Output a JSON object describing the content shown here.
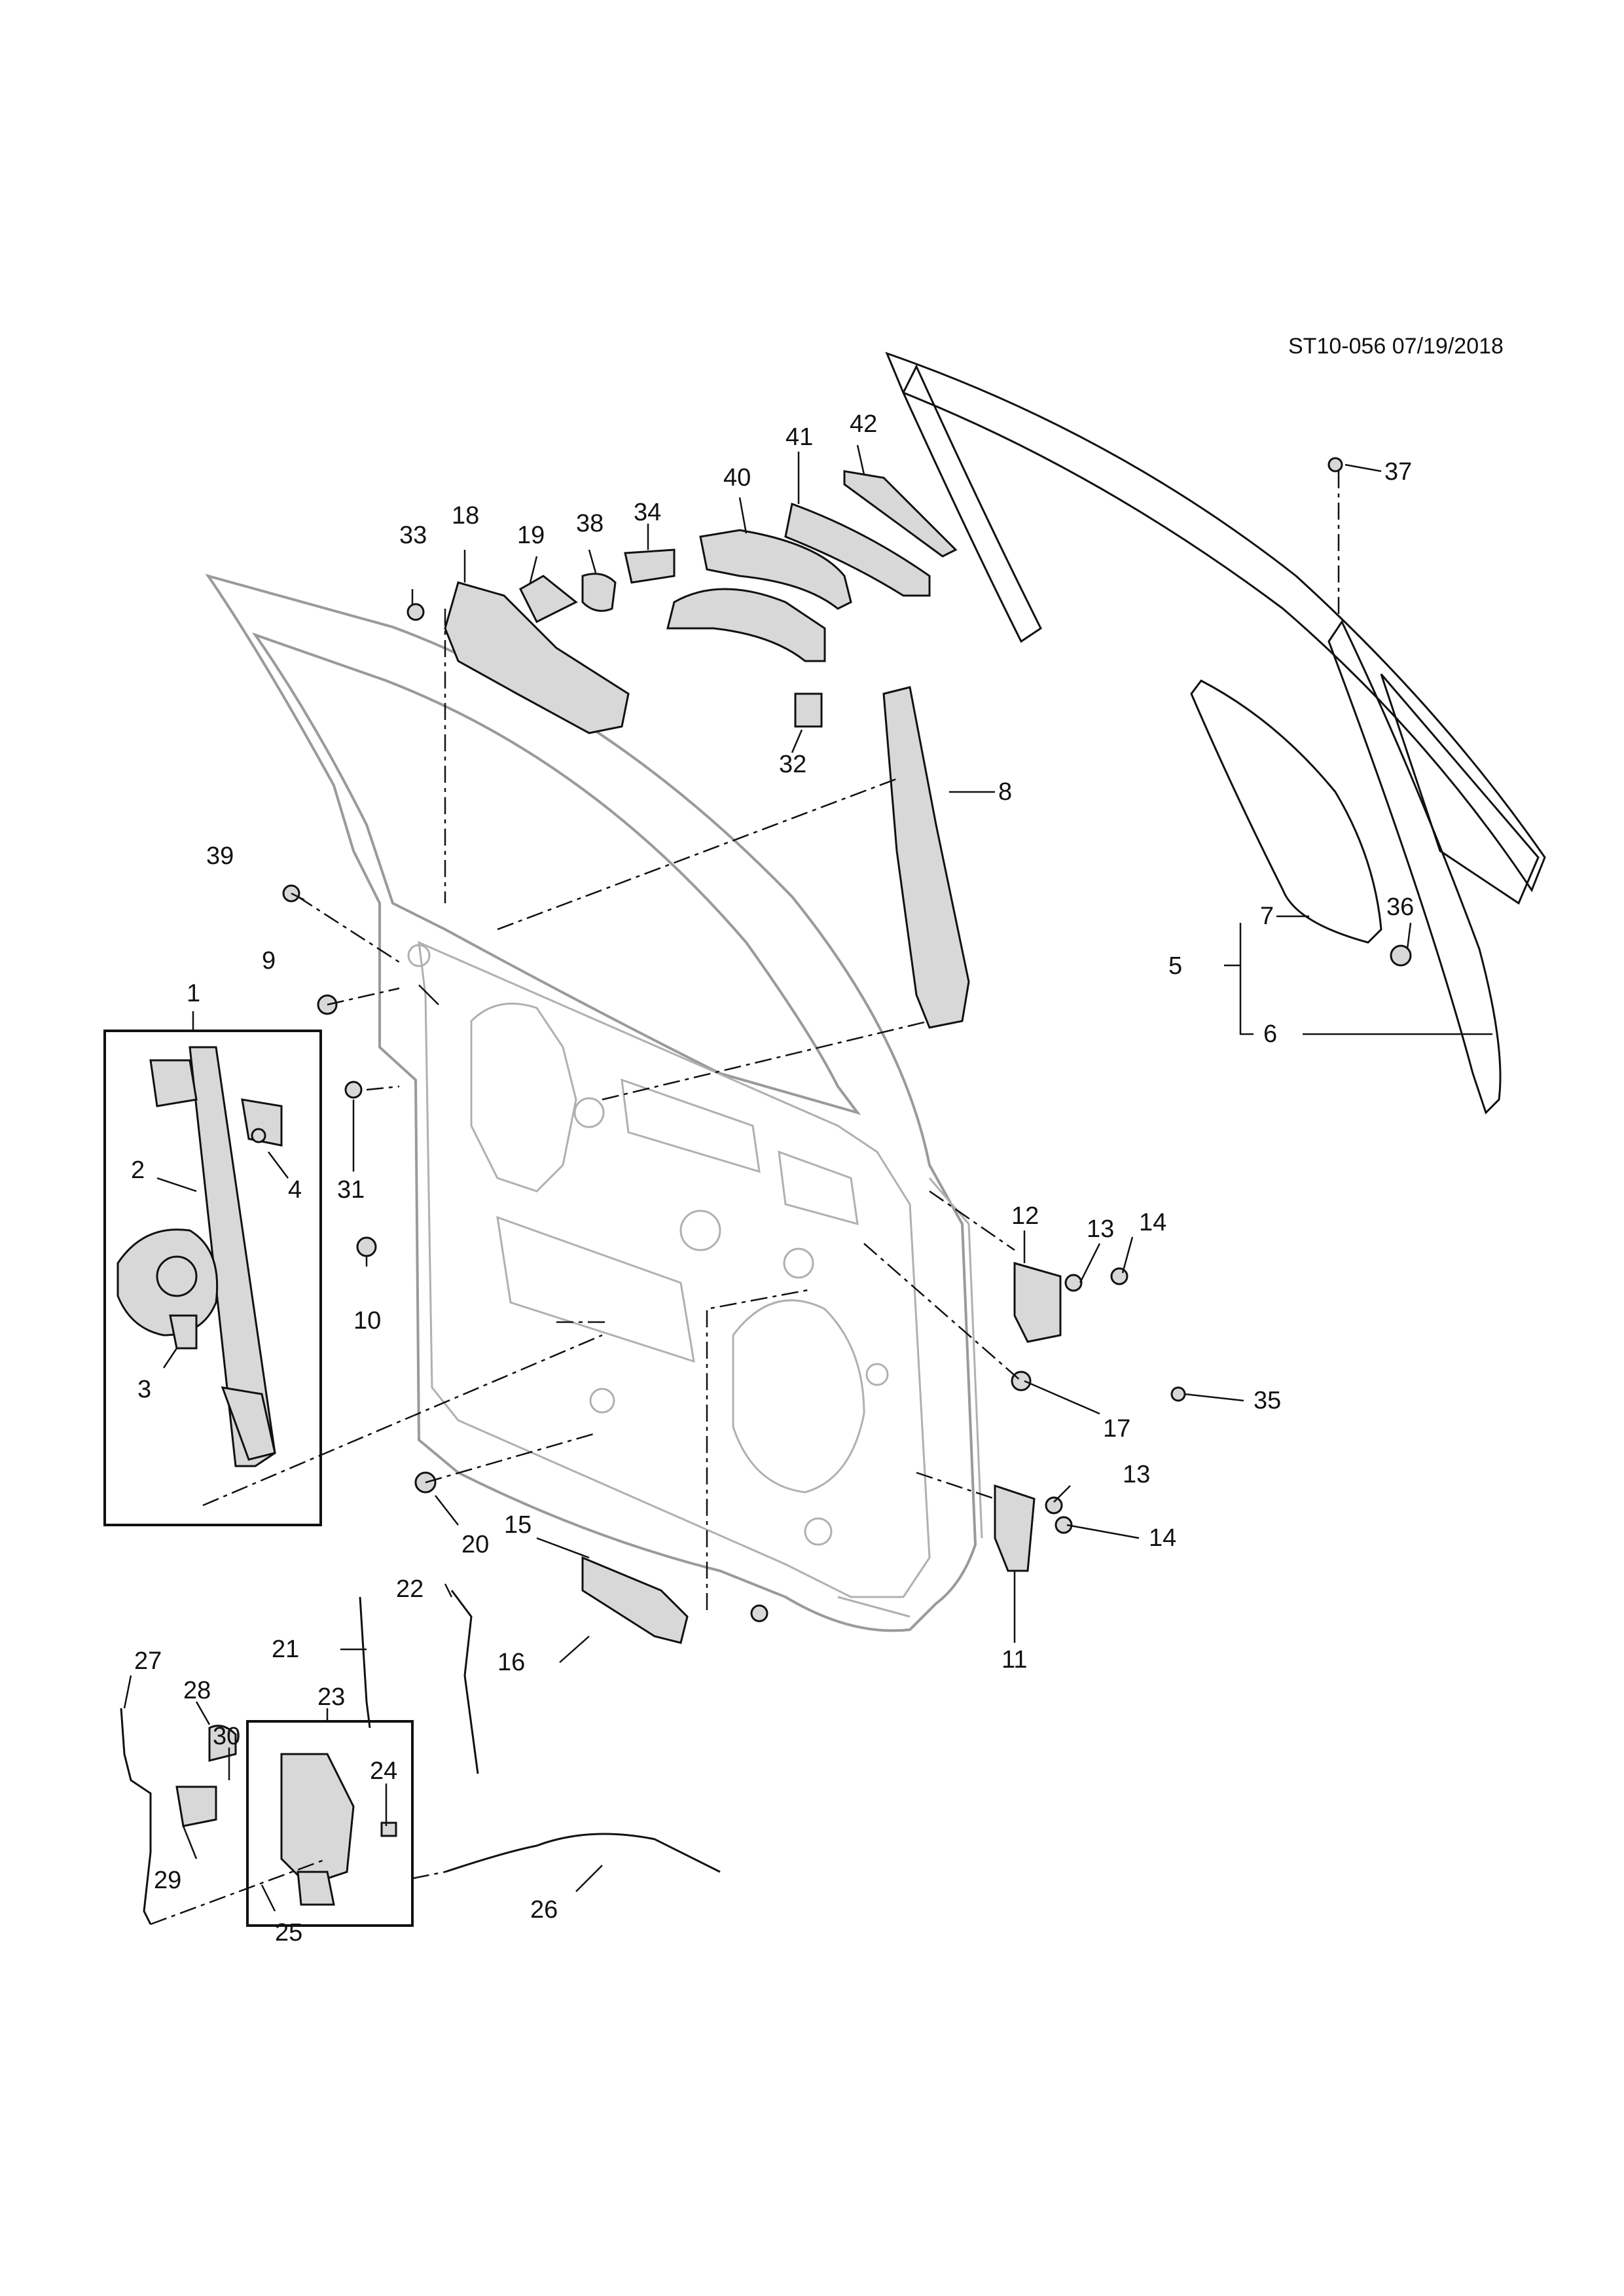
{
  "reference": "ST10-056 07/19/2018",
  "callouts": {
    "c1": "1",
    "c2": "2",
    "c3": "3",
    "c4": "4",
    "c5": "5",
    "c6": "6",
    "c7": "7",
    "c8": "8",
    "c9": "9",
    "c10": "10",
    "c11": "11",
    "c12": "12",
    "c13a": "13",
    "c13b": "13",
    "c14a": "14",
    "c14b": "14",
    "c15": "15",
    "c16": "16",
    "c17": "17",
    "c18": "18",
    "c19": "19",
    "c20": "20",
    "c21": "21",
    "c22": "22",
    "c23": "23",
    "c24": "24",
    "c25": "25",
    "c26": "26",
    "c27": "27",
    "c28": "28",
    "c29": "29",
    "c30": "30",
    "c31": "31",
    "c32": "32",
    "c33": "33",
    "c34": "34",
    "c35": "35",
    "c36": "36",
    "c37": "37",
    "c38": "38",
    "c39": "39",
    "c40": "40",
    "c41": "41",
    "c42": "42"
  }
}
